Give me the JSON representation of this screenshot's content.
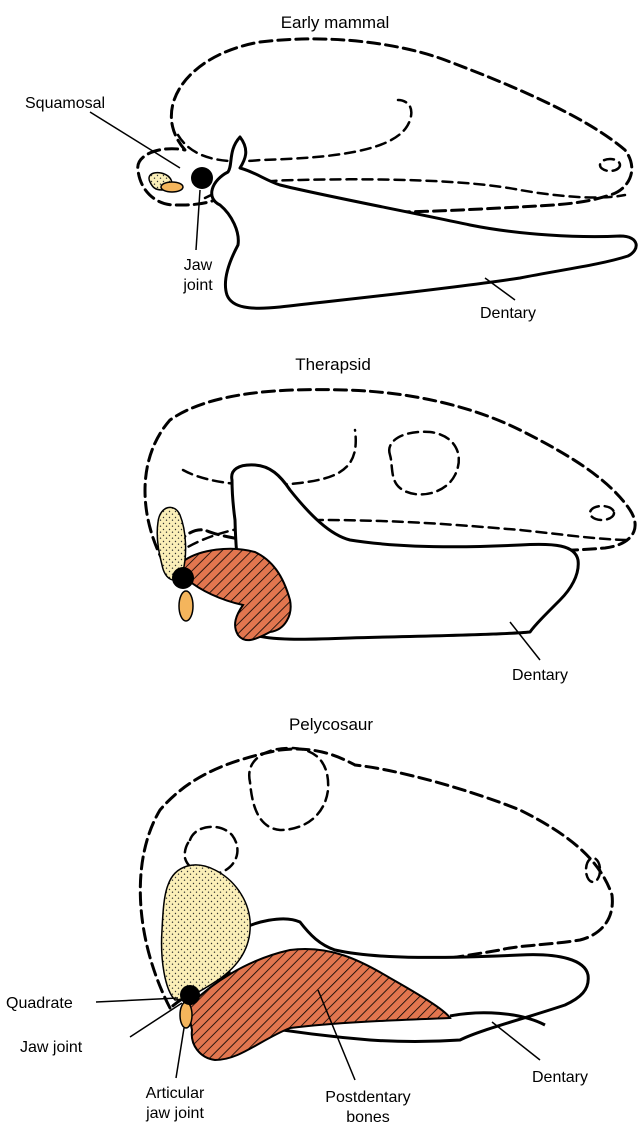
{
  "panels": [
    {
      "title": "Early mammal",
      "labels": {
        "squamosal": "Squamosal",
        "jaw_joint_line1": "Jaw",
        "jaw_joint_line2": "joint",
        "dentary": "Dentary"
      }
    },
    {
      "title": "Therapsid",
      "labels": {
        "dentary": "Dentary"
      }
    },
    {
      "title": "Pelycosaur",
      "labels": {
        "quadrate": "Quadrate",
        "jaw_joint": "Jaw joint",
        "articular_line1": "Articular",
        "articular_line2": "jaw joint",
        "postdentary_line1": "Postdentary",
        "postdentary_line2": "bones",
        "dentary": "Dentary"
      }
    }
  ],
  "colors": {
    "quadrate_fill": "#fbefb8",
    "articular_fill": "#f4b55c",
    "postdentary_fill": "#e2764f",
    "outline": "#000000"
  }
}
